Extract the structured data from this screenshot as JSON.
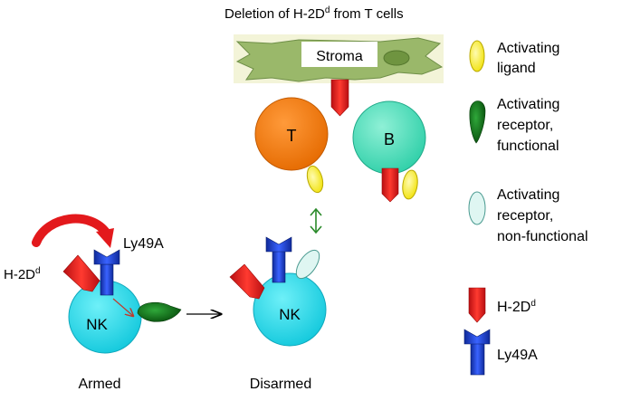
{
  "title": {
    "main": "Deletion of H-2D",
    "sup": "d",
    "tail": " from T cells"
  },
  "cells": {
    "stroma": "Stroma",
    "t": "T",
    "b": "B",
    "nk_armed": "NK",
    "nk_disarmed": "NK"
  },
  "labels": {
    "h2d_main": "H-2D",
    "h2d_sup": "d",
    "ly49a": "Ly49A",
    "armed": "Armed",
    "disarmed": "Disarmed"
  },
  "legend": {
    "activating_ligand": [
      "Activating",
      "ligand"
    ],
    "receptor_functional": [
      "Activating",
      "receptor,",
      "functional"
    ],
    "receptor_nonfunctional": [
      "Activating",
      "receptor,",
      "non-functional"
    ],
    "h2d_main": "H-2D",
    "h2d_sup": "d",
    "ly49a": "Ly49A"
  },
  "colors": {
    "stroma_fill": "#9ab86a",
    "stroma_bg": "#f3f4d8",
    "t_cell": "#f07a10",
    "b_cell": "#45dcb8",
    "nk_cell": "#22d8e8",
    "h2d_red": "#e3191c",
    "ly49a_blue": "#1a3fc8",
    "ligand_yellow": "#f7ef1a",
    "receptor_green": "#0c6a12",
    "receptor_pale": "#dff6f2",
    "arrow_green": "#2a8a2a"
  }
}
